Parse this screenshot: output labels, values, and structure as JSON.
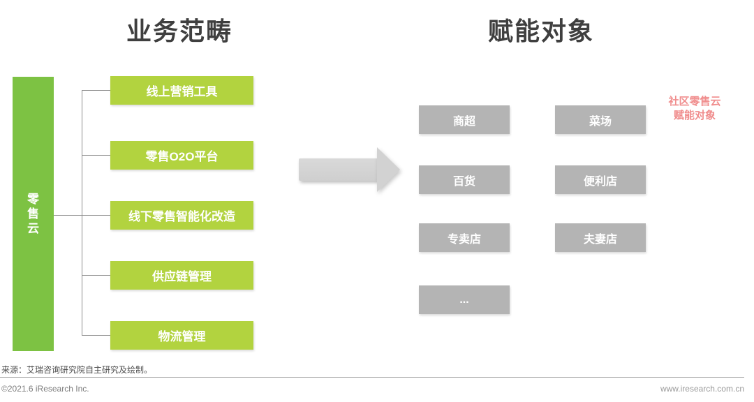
{
  "header": {
    "left_title": "业务范畴",
    "right_title": "赋能对象"
  },
  "left_diagram": {
    "root_label": "零售云",
    "root_chars": [
      "零",
      "售",
      "云"
    ],
    "business_items": [
      "线上营销工具",
      "零售O2O平台",
      "线下零售智能化改造",
      "供应链管理",
      "物流管理"
    ]
  },
  "right_diagram": {
    "target_items": [
      "商超",
      "菜场",
      "百货",
      "便利店",
      "专卖店",
      "夫妻店",
      "..."
    ],
    "annotation_line1": "社区零售云",
    "annotation_line2": "赋能对象"
  },
  "footer": {
    "source": "来源：艾瑞咨询研究院自主研究及绘制。",
    "copyright": "©2021.6 iResearch Inc.",
    "website": "www.iresearch.com.cn"
  },
  "colors": {
    "root_green": "#7dc243",
    "item_green": "#b2d33f",
    "target_gray": "#b4b4b4",
    "arrow_gray": "#d2d2d2",
    "annotation_red": "#f08d8d",
    "title_dark": "#3f3f3f",
    "connector_gray": "#8c8c8c"
  }
}
